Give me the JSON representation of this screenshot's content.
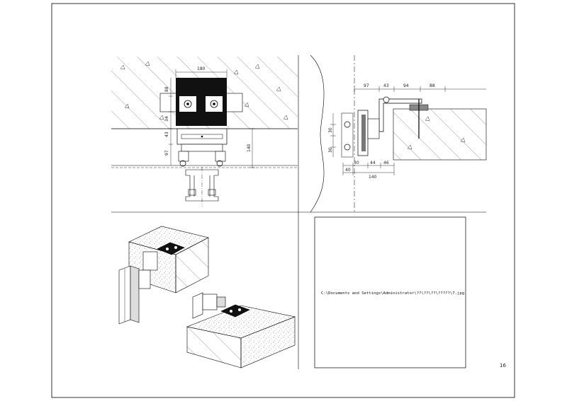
{
  "sheet": {
    "page_number": "16",
    "image_caption": "C:\\Documents and Settings\\Administrator\\??\\??\\??\\?????\\7.jpg"
  },
  "front_view": {
    "dims": {
      "top_width": "180",
      "side_upper": "88",
      "side_mid": "34",
      "side_43": "43",
      "side_97": "97",
      "height_140": "140"
    }
  },
  "side_section": {
    "dims": {
      "top_97": "97",
      "top_43": "43",
      "top_94": "94",
      "top_88": "88",
      "left_30a": "30",
      "left_30b": "30",
      "bot_30": "30",
      "bot_44": "44",
      "bot_46": "46",
      "bot_40": "40",
      "bot_140": "140"
    }
  }
}
